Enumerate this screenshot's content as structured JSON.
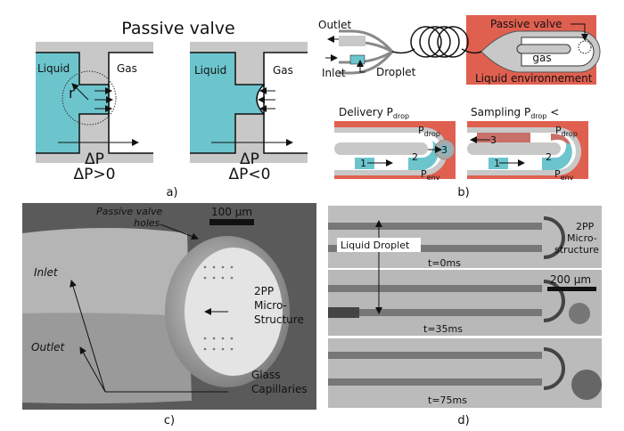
{
  "colors": {
    "liquid": "#6cc5cd",
    "wall": "#c8c8c8",
    "environment": "#e06050",
    "sample": "#c97068"
  },
  "panel_a": {
    "title": "Passive valve",
    "left": {
      "liquid": "Liquid",
      "gas": "Gas",
      "radius": "r",
      "dp": "ΔP",
      "condition": "ΔP>0"
    },
    "right": {
      "liquid": "Liquid",
      "gas": "Gas",
      "dp": "ΔP",
      "condition": "ΔP<0"
    },
    "label": "a)"
  },
  "panel_b": {
    "outlet": "Outlet",
    "inlet": "Inlet",
    "droplet": "Droplet",
    "passive_valve": "Passive valve",
    "gas": "gas",
    "environment": "Liquid environnement",
    "delivery": {
      "title": "Delivery P",
      "sub": "drop",
      "p_drop": "P",
      "p_drop_sub": "drop",
      "p_env": "P",
      "p_env_sub": "env",
      "steps": [
        "1",
        "2",
        "3"
      ]
    },
    "sampling": {
      "title": "Sampling P",
      "sub": "drop",
      "tail": " <",
      "p_drop": "P",
      "p_drop_sub": "drop",
      "p_env": "P",
      "p_env_sub": "env",
      "steps": [
        "1",
        "2",
        "3"
      ]
    },
    "label": "b)"
  },
  "panel_c": {
    "valve_holes": "Passive valve\nholes",
    "valve_holes_1": "Passive valve",
    "valve_holes_2": "holes",
    "scale": "100 µm",
    "inlet": "Inlet",
    "outlet": "Outlet",
    "structure_1": "2PP",
    "structure_2": "Micro-",
    "structure_3": "Structure",
    "glass_1": "Glass",
    "glass_2": "Capillaries",
    "label": "c)"
  },
  "panel_d": {
    "structure_1": "2PP",
    "structure_2": "Micro-",
    "structure_3": "structure",
    "scale": "200 µm",
    "droplet": "Liquid Droplet",
    "times": [
      "t=0ms",
      "t=35ms",
      "t=75ms"
    ],
    "label": "d)"
  }
}
